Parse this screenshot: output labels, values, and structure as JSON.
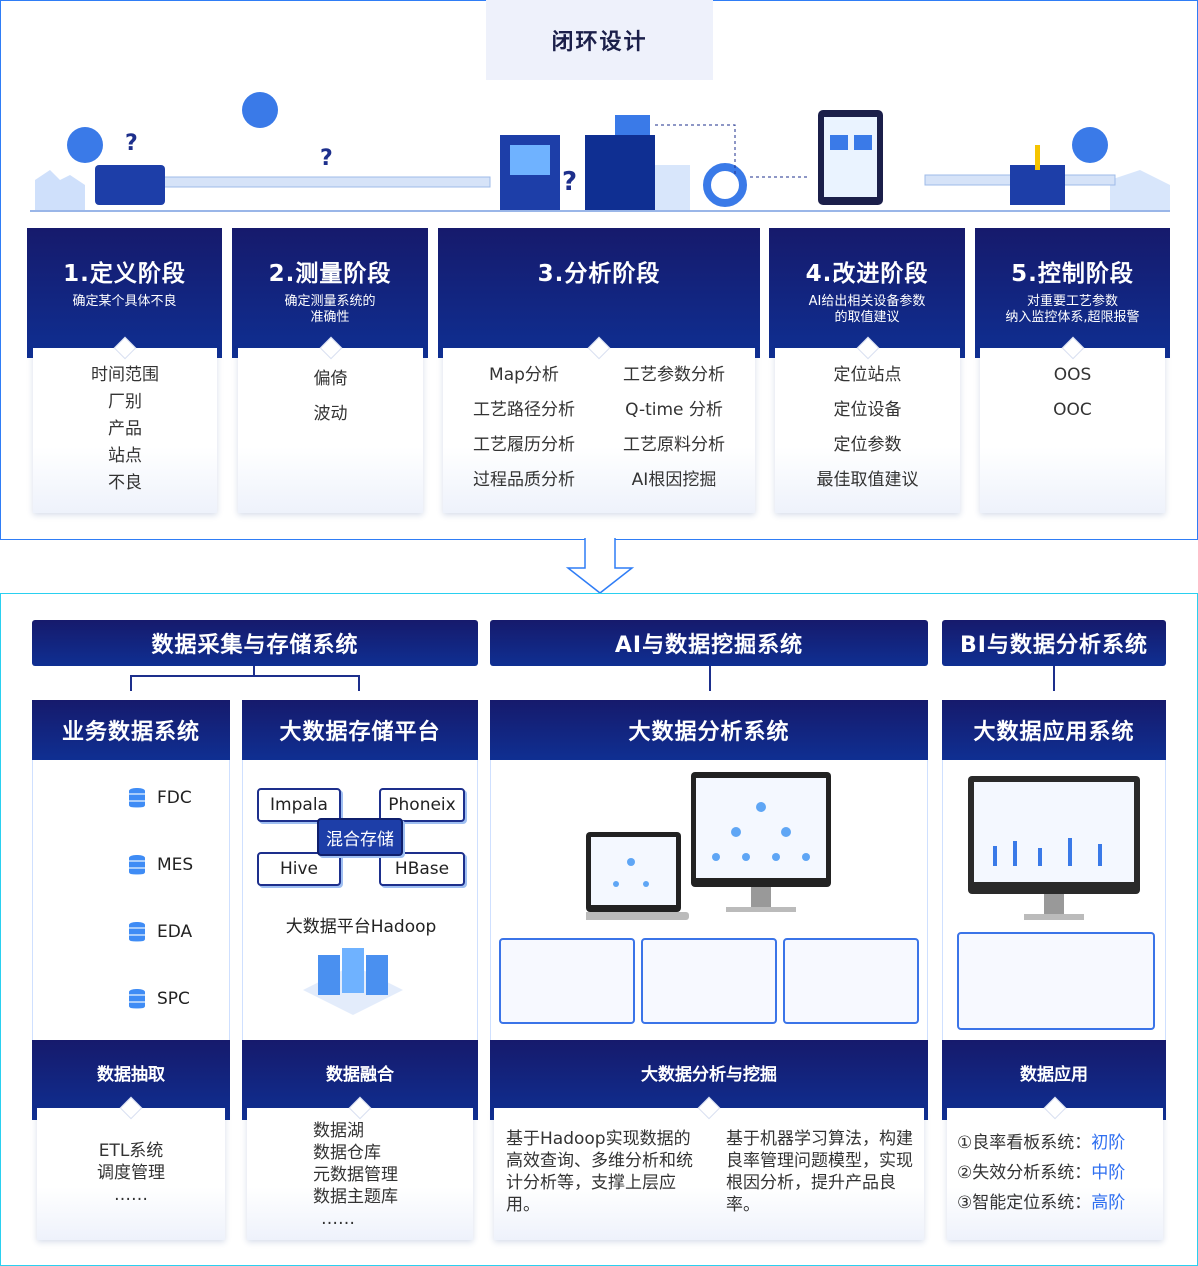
{
  "header": {
    "title": "闭环设计"
  },
  "stages": [
    {
      "title": "1.定义阶段",
      "subtitle": "确定某个具体不良",
      "items": [
        "时间范围",
        "厂别",
        "产品",
        "站点",
        "不良"
      ]
    },
    {
      "title": "2.测量阶段",
      "subtitle": "确定测量系统的\n准确性",
      "items": [
        "偏倚",
        "波动"
      ]
    },
    {
      "title": "3.分析阶段",
      "subtitle": "",
      "items_left": [
        "Map分析",
        "工艺路径分析",
        "工艺履历分析",
        "过程品质分析"
      ],
      "items_right": [
        "工艺参数分析",
        "Q-time 分析",
        "工艺原料分析",
        "AI根因挖掘"
      ]
    },
    {
      "title": "4.改进阶段",
      "subtitle": "AI给出相关设备参数\n的取值建议",
      "items": [
        "定位站点",
        "定位设备",
        "定位参数",
        "最佳取值建议"
      ]
    },
    {
      "title": "5.控制阶段",
      "subtitle": "对重要工艺参数\n纳入监控体系,超限报警",
      "items": [
        "OOS",
        "OOC"
      ]
    }
  ],
  "categories": [
    "数据采集与存储系统",
    "AI与数据挖掘系统",
    "BI与数据分析系统"
  ],
  "systems": [
    {
      "title": "业务数据系统",
      "items": [
        "FDC",
        "MES",
        "EDA",
        "SPC"
      ],
      "bottom_title": "数据抽取",
      "bottom_lines": [
        "ETL系统",
        "调度管理",
        "……"
      ]
    },
    {
      "title": "大数据存储平台",
      "tags": [
        "Impala",
        "Phoneix",
        "混合存储",
        "Hive",
        "HBase"
      ],
      "platform": "大数据平台Hadoop",
      "bottom_title": "数据融合",
      "bottom_lines": [
        "数据湖",
        "数据仓库",
        "元数据管理",
        "数据主题库",
        "……"
      ]
    },
    {
      "title": "大数据分析系统",
      "bottom_title": "大数据分析与挖掘",
      "bottom_left": "基于Hadoop实现数据的高效查询、多维分析和统计分析等，支撑上层应用。",
      "bottom_right": "基于机器学习算法，构建良率管理问题模型，实现根因分析，提升产品良率。"
    },
    {
      "title": "大数据应用系统",
      "bottom_title": "数据应用",
      "apps": [
        {
          "name": "①良率看板系统：",
          "level": "初阶"
        },
        {
          "name": "②失效分析系统：",
          "level": "中阶"
        },
        {
          "name": "③智能定位系统：",
          "level": "高阶"
        }
      ]
    }
  ],
  "colors": {
    "navy": "#161a6c",
    "accent": "#2f7df6",
    "level": "#2f6ff0"
  }
}
